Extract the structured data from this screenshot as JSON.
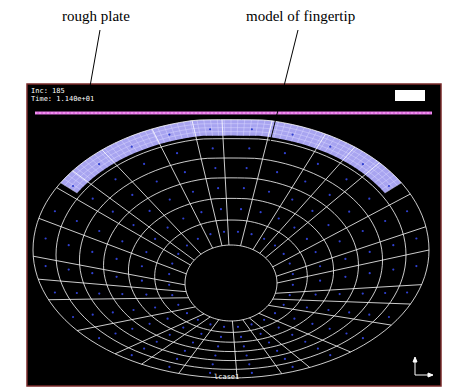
{
  "diagram": {
    "labels": [
      "rough plate",
      "model of fingertip",
      "Inc:  185",
      "Time:  1.140e+01",
      "lcase1"
    ]
  }
}
